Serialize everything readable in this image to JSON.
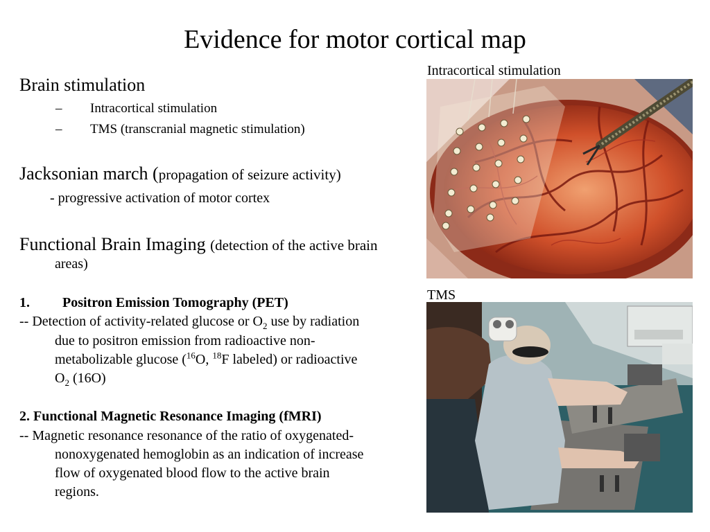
{
  "slide": {
    "title": "Evidence for motor cortical map"
  },
  "images": {
    "top_caption": "Intracortical stimulation",
    "bottom_caption": "TMS"
  },
  "content": {
    "brain_stim": {
      "heading": "Brain stimulation",
      "bullet_marker": "–",
      "items": [
        "Intracortical stimulation",
        "TMS (transcranial magnetic stimulation)"
      ]
    },
    "jackson": {
      "heading": "Jacksonian march (",
      "paren": "propagation of seizure activity)",
      "detail": "- progressive activation of motor cortex"
    },
    "imaging": {
      "heading": "Functional Brain Imaging ",
      "paren_line1": "(detection of the active brain",
      "paren_line2": "areas)"
    },
    "pet": {
      "number": "1.",
      "title": "Positron Emission Tomography (PET)",
      "line1_pre": "-- Detection of activity-related glucose or O",
      "line1_sub": "2",
      "line1_post": " use by radiation",
      "line2": "due to positron emission from radioactive non-",
      "line3_pre": "metabolizable glucose (",
      "line3_sup1": "16",
      "line3_mid": "O, ",
      "line3_sup2": "18",
      "line3_post": "F labeled) or radioactive",
      "line4_pre": "O",
      "line4_sub": "2",
      "line4_post": " (16O)"
    },
    "fmri": {
      "title": "2.  Functional Magnetic Resonance Imaging (fMRI)",
      "line1": "-- Magnetic resonance resonance of the ratio of oxygenated-",
      "line2": "nonoxygenated hemoglobin as an indication of increase",
      "line3": "flow of oxygenated blood flow to the active brain",
      "line4": "regions."
    }
  }
}
